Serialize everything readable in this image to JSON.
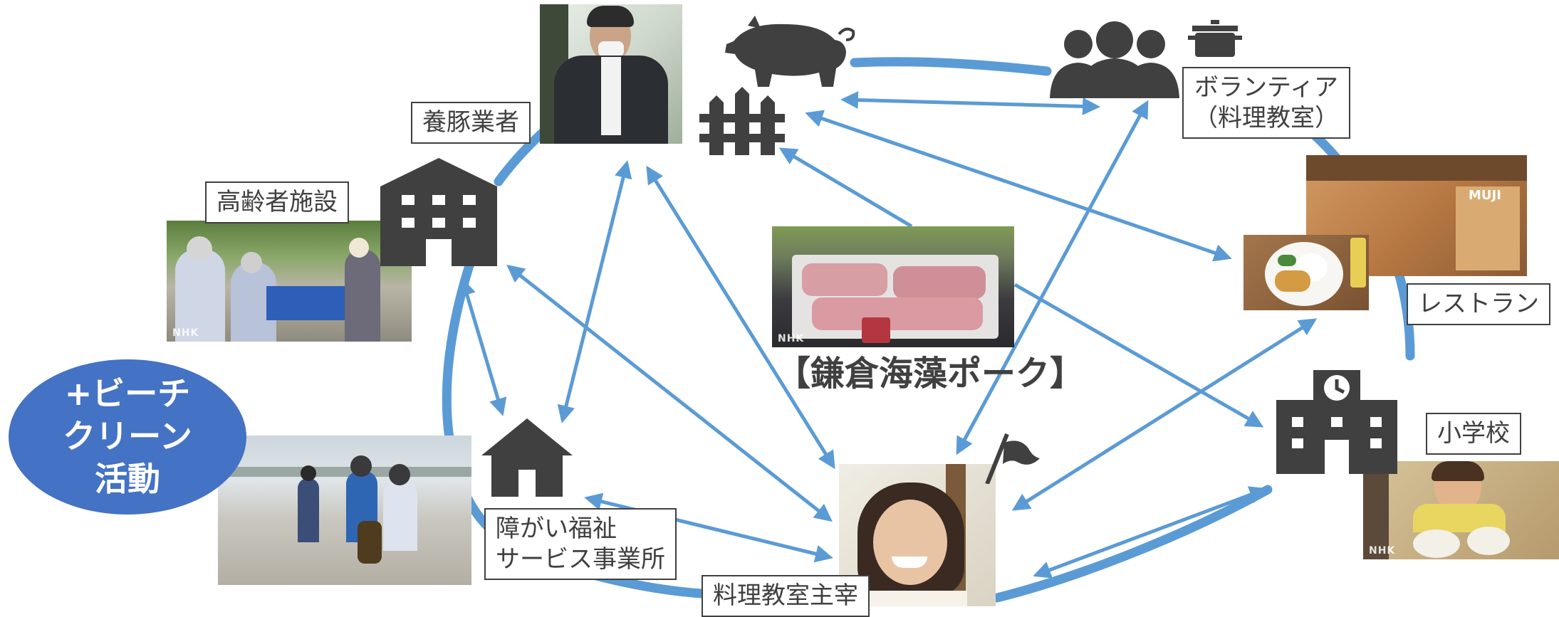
{
  "labels": {
    "pig_farmer": "養豚業者",
    "elderly_facility": "高齢者施設",
    "volunteer_line1": "ボランティア",
    "volunteer_line2": "（料理教室）",
    "restaurant": "レストラン",
    "elementary_school": "小学校",
    "welfare_line1": "障がい福祉",
    "welfare_line2": "サービス事業所",
    "cooking_class_host": "料理教室主宰"
  },
  "beach_cleanup": {
    "line1": "+ビーチ",
    "line2": "クリーン",
    "line3": "活動"
  },
  "pork_caption": "【鎌倉海藻ポーク】",
  "photo_watermark": "NHK",
  "cafe_sign": "MUJI",
  "colors": {
    "arrow_blue": "#5b9bd5",
    "ellipse_blue": "#4472c4",
    "icon_gray": "#404040"
  },
  "icons": [
    "pig-icon",
    "fence-icon",
    "people-icon",
    "pot-icon",
    "building-icon",
    "house-icon",
    "school-icon",
    "flag-icon"
  ]
}
